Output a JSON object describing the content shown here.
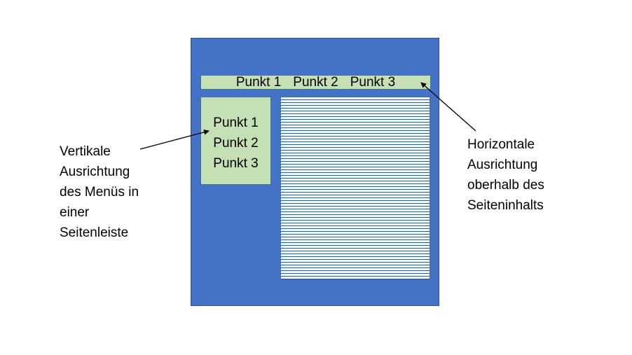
{
  "colors": {
    "page_background": "#4472c4",
    "menu_background": "#c5e0b4",
    "content_background": "#ffffff",
    "content_lines": "#2f5597",
    "arrow": "#000000"
  },
  "top_menu": {
    "items": [
      {
        "label": "Punkt 1"
      },
      {
        "label": "Punkt 2"
      },
      {
        "label": "Punkt 3"
      }
    ]
  },
  "side_menu": {
    "items": [
      {
        "label": "Punkt 1"
      },
      {
        "label": "Punkt 2"
      },
      {
        "label": "Punkt 3"
      }
    ]
  },
  "annotations": {
    "vertical": {
      "lines": [
        "Vertikale",
        "Ausrichtung",
        "des Menüs in",
        "einer",
        "Seitenleiste"
      ]
    },
    "horizontal": {
      "lines": [
        "Horizontale",
        "Ausrichtung",
        "oberhalb des",
        "Seiteninhalts"
      ]
    }
  }
}
